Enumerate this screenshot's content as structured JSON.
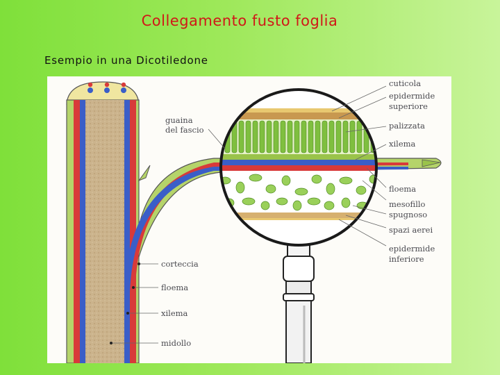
{
  "slide": {
    "title": "Collegamento fusto foglia",
    "subtitle": "Esempio in una Dicotiledone"
  },
  "figure": {
    "labels_left": {
      "sheath_line1": "guaina",
      "sheath_line2": "del fascio"
    },
    "labels_right": {
      "cuticle": "cuticola",
      "upper_epidermis_line1": "epidermide",
      "upper_epidermis_line2": "superiore",
      "palisade": "palizzata",
      "xylem": "xilema",
      "phloem": "floema",
      "spongy_line1": "mesofillo",
      "spongy_line2": "spugnoso",
      "air_spaces": "spazi aerei",
      "lower_epidermis_line1": "epidermide",
      "lower_epidermis_line2": "inferiore"
    },
    "labels_stem": {
      "cortex": "corteccia",
      "phloem": "floema",
      "xylem": "xilema",
      "pith": "midollo"
    },
    "colors": {
      "cortex_green": "#b5d46a",
      "pith_tan": "#c8b08a",
      "phloem_red": "#d83a3a",
      "xylem_blue": "#3a5ec8",
      "palisade_green": "#7fbf3f",
      "lens_frame": "#222222"
    }
  }
}
